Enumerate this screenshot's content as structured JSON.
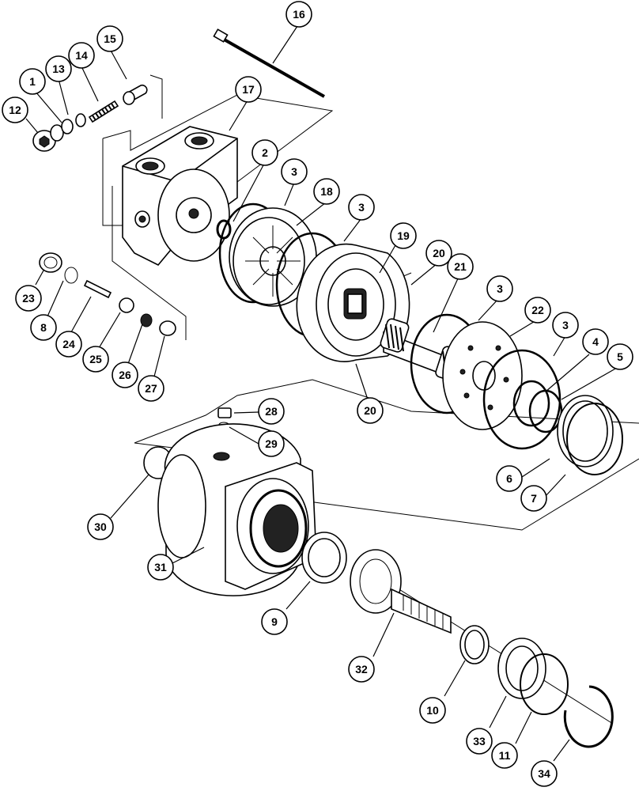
{
  "callouts": [
    {
      "id": "c16",
      "label": "16"
    },
    {
      "id": "c15",
      "label": "15"
    },
    {
      "id": "c14",
      "label": "14"
    },
    {
      "id": "c13",
      "label": "13"
    },
    {
      "id": "c1a",
      "label": "1"
    },
    {
      "id": "c12",
      "label": "12"
    },
    {
      "id": "c17",
      "label": "17"
    },
    {
      "id": "c2",
      "label": "2"
    },
    {
      "id": "c3a",
      "label": "3"
    },
    {
      "id": "c18",
      "label": "18"
    },
    {
      "id": "c3b",
      "label": "3"
    },
    {
      "id": "c19",
      "label": "19"
    },
    {
      "id": "c20a",
      "label": "20"
    },
    {
      "id": "c21",
      "label": "21"
    },
    {
      "id": "c3c",
      "label": "3"
    },
    {
      "id": "c22",
      "label": "22"
    },
    {
      "id": "c3d",
      "label": "3"
    },
    {
      "id": "c4",
      "label": "4"
    },
    {
      "id": "c5",
      "label": "5"
    },
    {
      "id": "c20b",
      "label": "20"
    },
    {
      "id": "c23",
      "label": "23"
    },
    {
      "id": "c8",
      "label": "8"
    },
    {
      "id": "c24",
      "label": "24"
    },
    {
      "id": "c25",
      "label": "25"
    },
    {
      "id": "c26",
      "label": "26"
    },
    {
      "id": "c27",
      "label": "27"
    },
    {
      "id": "c28",
      "label": "28"
    },
    {
      "id": "c29",
      "label": "29"
    },
    {
      "id": "c6",
      "label": "6"
    },
    {
      "id": "c7",
      "label": "7"
    },
    {
      "id": "c30",
      "label": "30"
    },
    {
      "id": "c31",
      "label": "31"
    },
    {
      "id": "c9",
      "label": "9"
    },
    {
      "id": "c32",
      "label": "32"
    },
    {
      "id": "c10",
      "label": "10"
    },
    {
      "id": "c33",
      "label": "33"
    },
    {
      "id": "c11",
      "label": "11"
    },
    {
      "id": "c34",
      "label": "34"
    }
  ]
}
